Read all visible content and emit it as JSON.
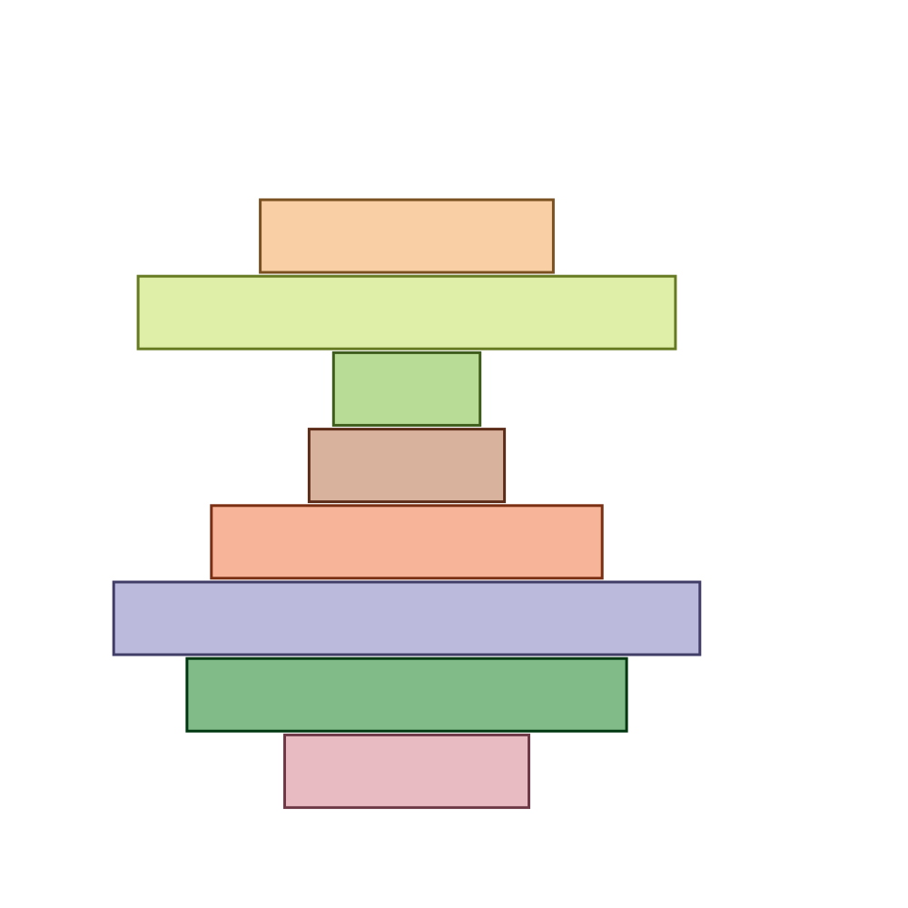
{
  "chart_data": {
    "type": "bar",
    "orientation": "horizontal-centered",
    "title": "",
    "xlabel": "",
    "ylabel": "",
    "grid": false,
    "legend": "none",
    "xlim": [
      0,
      24
    ],
    "series": [
      {
        "values": [
          12,
          22,
          6,
          8,
          16,
          24,
          18,
          10
        ],
        "fill_colors": [
          "#f9d0a5",
          "#e0efa8",
          "#b8db96",
          "#d9b29e",
          "#f8b498",
          "#bbbadc",
          "#80bb88",
          "#e8bbc2"
        ],
        "edge_colors": [
          "#7a5020",
          "#667a22",
          "#3e5c1c",
          "#5c2c18",
          "#7a2e12",
          "#403d66",
          "#003610",
          "#6e3a48"
        ]
      }
    ]
  }
}
